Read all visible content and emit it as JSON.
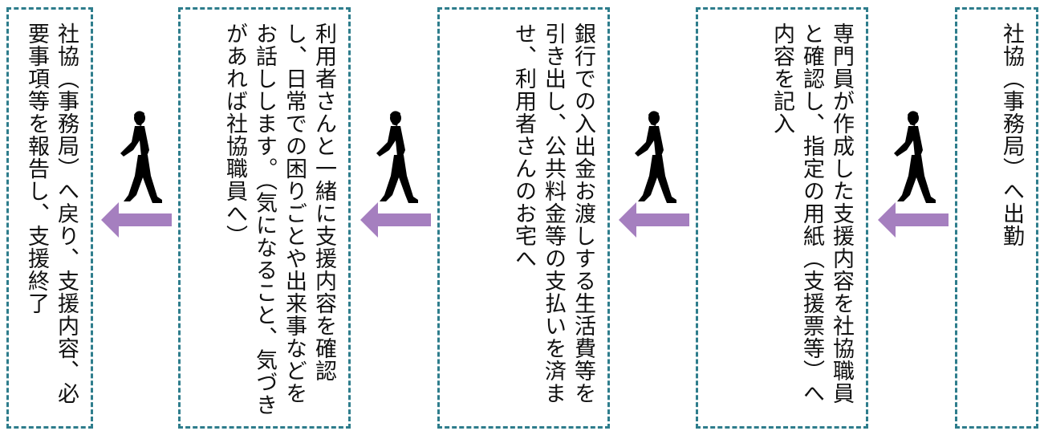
{
  "steps": [
    {
      "text": "社協（事務局）へ出勤"
    },
    {
      "text": "専門員が作成した支援内容を社協職員と確認し、指定の用紙（支援票等）へ内容を記入"
    },
    {
      "text": "銀行での入出金お渡しする生活費等を引き出し、公共料金等の支払いを済ませ、利用者さんのお宅へ"
    },
    {
      "text": "利用者さんと一緒に支援内容を確認し、日常での困りごとや出来事などをお話しします。（気になること、気づきがあれば社協職員へ）"
    },
    {
      "text": "社協（事務局）へ戻り、支援内容、必要事項等を報告し、支援終了"
    }
  ],
  "colors": {
    "border": "#2e7d8c",
    "arrow": "#a57fbf",
    "walker": "#000000"
  },
  "icons": {
    "walker": "walking-person-icon",
    "arrow": "arrow-left-icon"
  }
}
